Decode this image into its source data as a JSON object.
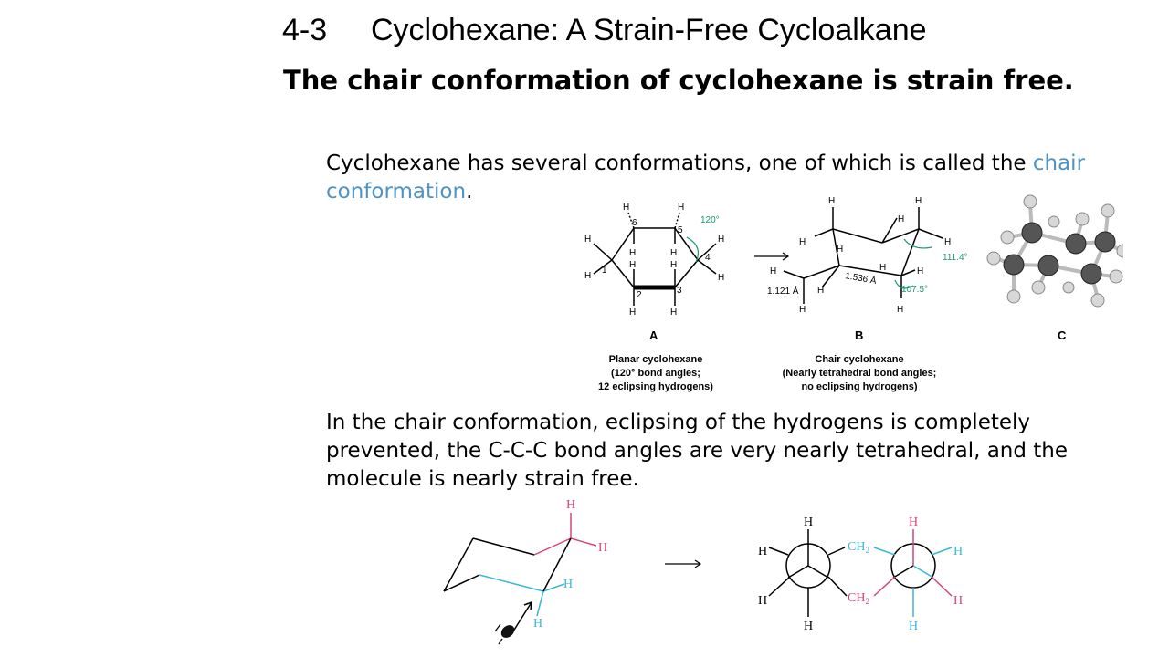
{
  "header": {
    "section_number": "4-3",
    "title": "Cyclohexane: A Strain-Free Cycloalkane"
  },
  "subtitle": "The chair conformation of cyclohexane is strain free.",
  "paragraph1": {
    "text_before": "Cyclohexane has several conformations, one of which is called the ",
    "term": "chair conformation",
    "text_after": "."
  },
  "figure_top": {
    "structures": [
      {
        "letter": "A",
        "caption_title": "Planar cyclohexane",
        "caption_line1": "(120° bond angles;",
        "caption_line2": "12 eclipsing hydrogens)"
      },
      {
        "letter": "B",
        "caption_title": "Chair cyclohexane",
        "caption_line1": "(Nearly tetrahedral bond angles;",
        "caption_line2": "no eclipsing hydrogens)"
      },
      {
        "letter": "C"
      }
    ],
    "planar_angle": "120°",
    "chair_angle_1": "111.4°",
    "chair_angle_2": "107.5°",
    "cc_bond_length": "1.536 Å",
    "ch_bond_length": "1.121 Å",
    "atom_numbers": [
      "1",
      "2",
      "3",
      "4",
      "5",
      "6"
    ],
    "h_label": "H"
  },
  "paragraph2": "In the chair conformation, eclipsing of the hydrogens is completely prevented, the C-C-C bond angles are very nearly tetrahedral, and the molecule is nearly strain free.",
  "figure_bottom": {
    "h_label": "H",
    "ch2_label": "CH",
    "ch2_sub": "2"
  },
  "colors": {
    "accent_term": "#4e93c4",
    "teal": "#1a9a6c",
    "magenta": "#d6447a",
    "cyan": "#3db6d8"
  }
}
